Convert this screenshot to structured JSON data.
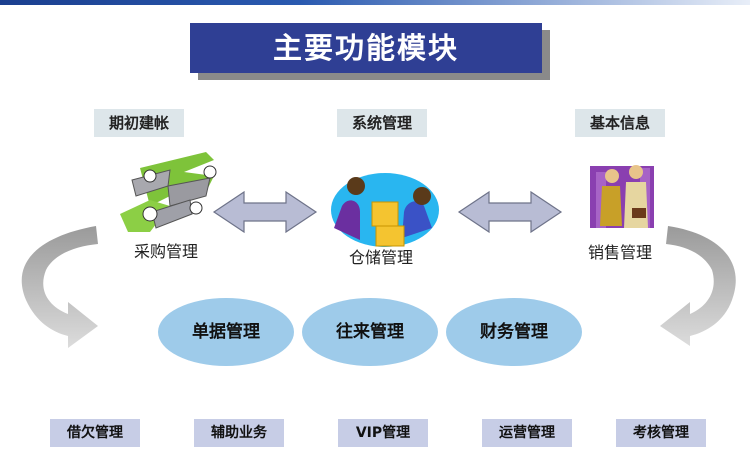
{
  "title": "主要功能模块",
  "top_labels": [
    "期初建帐",
    "系统管理",
    "基本信息"
  ],
  "icon_labels": [
    "采购管理",
    "仓储管理",
    "销售管理"
  ],
  "center_modules": [
    "单据管理",
    "往来管理",
    "财务管理"
  ],
  "bottom_modules": [
    "借欠管理",
    "辅助业务",
    "VIP管理",
    "运营管理",
    "考核管理"
  ],
  "icons": [
    "purchase-clipart-icon",
    "warehouse-clipart-icon",
    "sales-clipart-icon"
  ],
  "colors": {
    "title_bg": "#2f3f94",
    "ellipse": "#9ecbea",
    "bottom_box": "#c7cde6",
    "top_box": "#dde6ea",
    "arrow": "#b8bcd4"
  }
}
